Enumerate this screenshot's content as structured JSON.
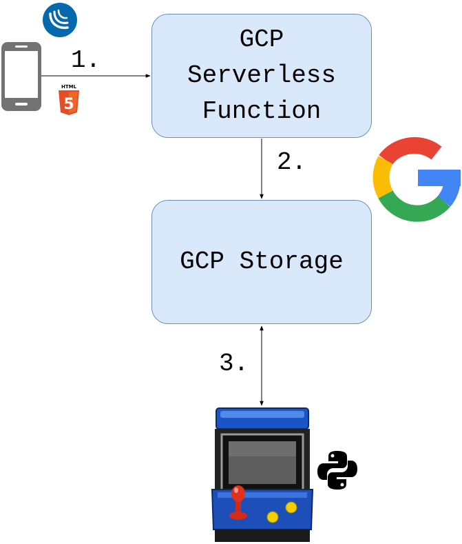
{
  "nodes": {
    "function": {
      "lines": [
        "GCP",
        "Serverless",
        "Function"
      ]
    },
    "storage": {
      "label": "GCP Storage"
    }
  },
  "steps": {
    "one": "1.",
    "two": "2.",
    "three": "3."
  },
  "icons": {
    "client": "smartphone-icon",
    "client_badges": [
      "jquery-icon",
      "html5-icon"
    ],
    "html5_badge_text": "HTML",
    "html5_digit": "5",
    "cloud": "google-g-icon",
    "consumer": "arcade-cabinet-icon",
    "consumer_badge": "python-icon"
  },
  "colors": {
    "box_fill": "#dae8fc",
    "box_border": "#6c8ebf",
    "jquery_blue": "#0769ad",
    "html5_orange": "#e44d26",
    "google_red": "#ea4335",
    "google_yellow": "#fbbc05",
    "google_green": "#34a853",
    "google_blue": "#4285f4",
    "phone_gray": "#737373"
  }
}
